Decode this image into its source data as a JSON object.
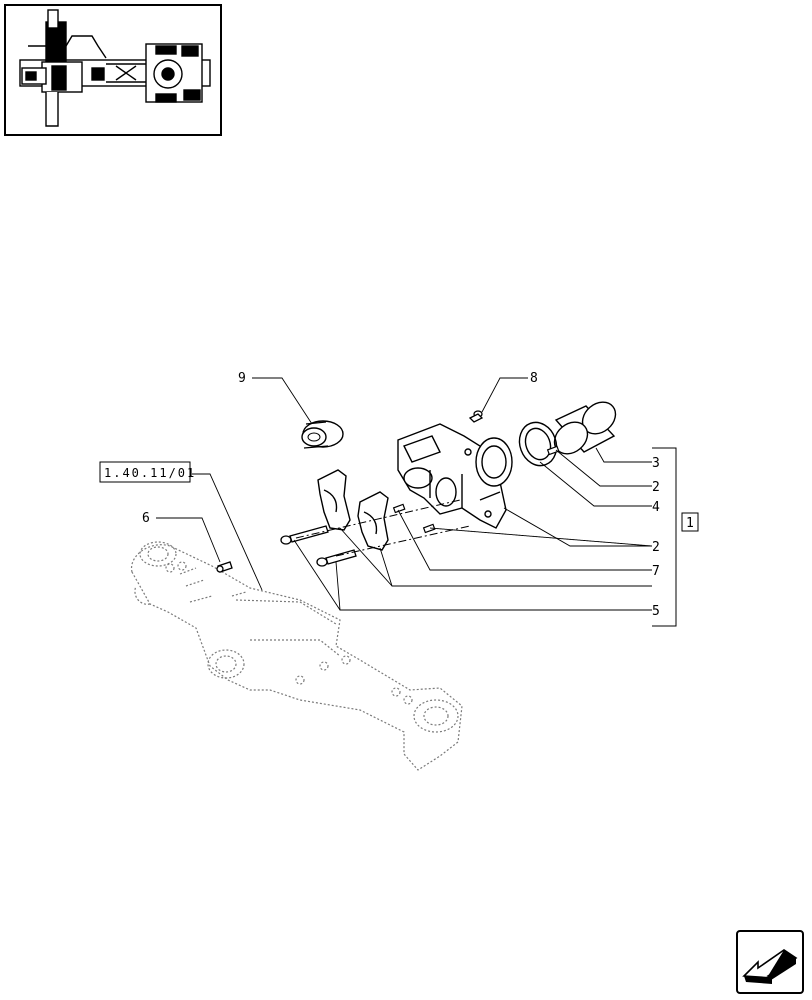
{
  "thumbnail": {
    "icon": "axle-assembly-thumbnail"
  },
  "reference": {
    "label": "1.40.11/01"
  },
  "group_box": {
    "label": "1"
  },
  "callouts": [
    "9",
    "8",
    "6",
    "3",
    "2",
    "4",
    "2",
    "7",
    "5"
  ],
  "nav": {
    "icon": "arrow-back-icon"
  },
  "colors": {
    "line": "#000000",
    "phantom": "#7a7a7a",
    "fill": "#ffffff"
  }
}
